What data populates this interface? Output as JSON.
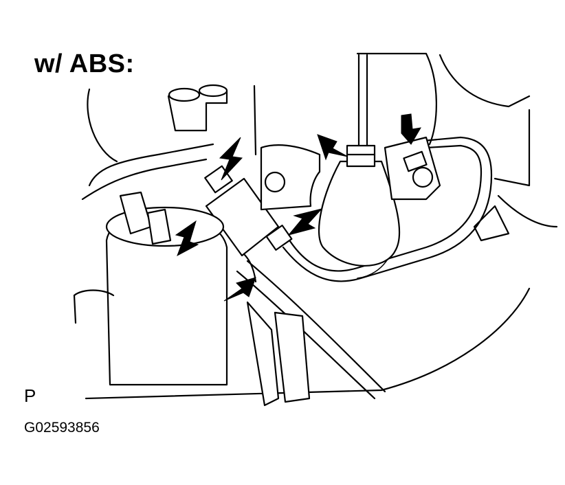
{
  "diagram": {
    "title": "w/ ABS:",
    "marker": "P",
    "code": "G02593856"
  },
  "colors": {
    "line": "#000000",
    "background": "#ffffff"
  },
  "icons": [
    "arrow-icon"
  ]
}
